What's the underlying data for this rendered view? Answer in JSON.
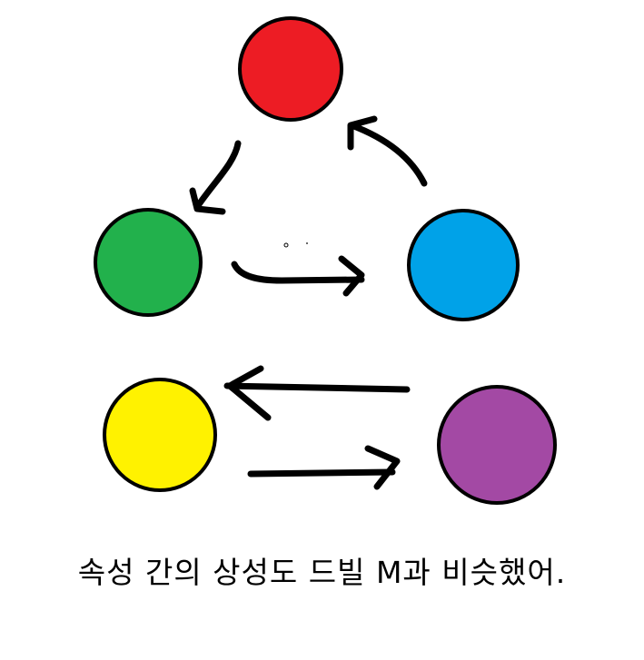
{
  "caption": "속성 간의 상성도 드빌 M과 비슷했어.",
  "nodes": [
    {
      "id": "red",
      "color": "#ed1c24"
    },
    {
      "id": "green",
      "color": "#22b14c"
    },
    {
      "id": "blue",
      "color": "#00a2e8"
    },
    {
      "id": "yellow",
      "color": "#fff200"
    },
    {
      "id": "purple",
      "color": "#a349a4"
    }
  ],
  "edges": [
    {
      "from": "red",
      "to": "green"
    },
    {
      "from": "green",
      "to": "blue"
    },
    {
      "from": "blue",
      "to": "red"
    },
    {
      "from": "purple",
      "to": "yellow"
    },
    {
      "from": "yellow",
      "to": "purple"
    }
  ],
  "stroke_color": "#000000"
}
